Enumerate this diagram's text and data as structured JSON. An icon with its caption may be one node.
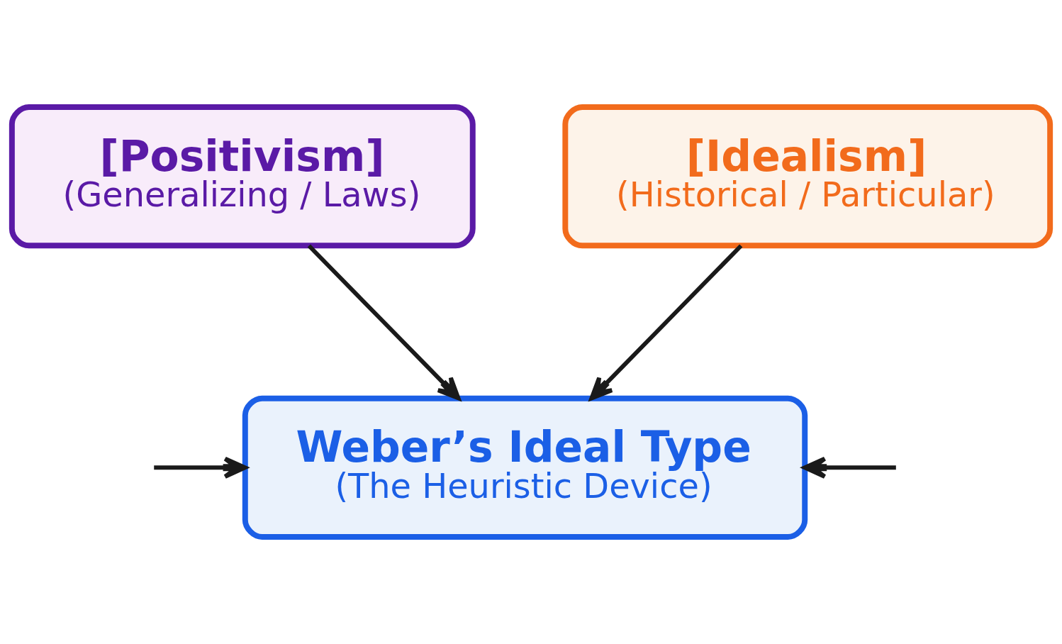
{
  "diagram": {
    "nodes": [
      {
        "text": [
          "[Positivism]",
          "(Generalizing / Laws)"
        ]
      },
      {
        "text": [
          "[Idealism]",
          "(Historical / Particular)"
        ]
      },
      {
        "text": [
          "Weber’s Ideal Type",
          "(The Heuristic Device)"
        ]
      }
    ],
    "edges": [
      {
        "from": 0,
        "to": 2,
        "arrow": "to"
      },
      {
        "from": 1,
        "to": 2,
        "arrow": "to"
      },
      {
        "from": null,
        "to": 2,
        "arrow": "to"
      },
      {
        "from": null,
        "to": 2,
        "arrow": "to"
      }
    ]
  }
}
